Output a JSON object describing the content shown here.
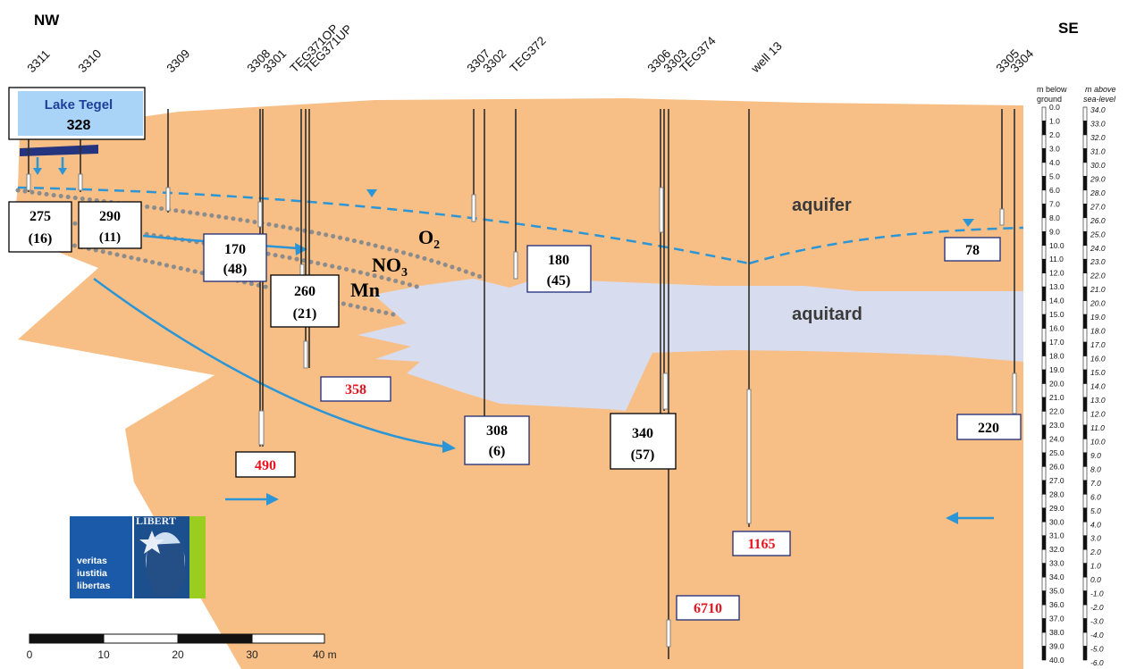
{
  "orientation": {
    "left": "NW",
    "right": "SE"
  },
  "wells": [
    {
      "id": "w3311",
      "label": "3311"
    },
    {
      "id": "w3310",
      "label": "3310"
    },
    {
      "id": "w3309",
      "label": "3309"
    },
    {
      "id": "w3308",
      "label": "3308"
    },
    {
      "id": "w3301",
      "label": "3301"
    },
    {
      "id": "wteg371op",
      "label": "TEG371OP"
    },
    {
      "id": "wteg371up",
      "label": "TEG371UP"
    },
    {
      "id": "w3307",
      "label": "3307"
    },
    {
      "id": "w3302",
      "label": "3302"
    },
    {
      "id": "wteg372",
      "label": "TEG372"
    },
    {
      "id": "w3306",
      "label": "3306"
    },
    {
      "id": "w3303",
      "label": "3303"
    },
    {
      "id": "wteg374",
      "label": "TEG374"
    },
    {
      "id": "wwell13",
      "label": "well 13"
    },
    {
      "id": "w3305",
      "label": "3305"
    },
    {
      "id": "w3304",
      "label": "3304"
    }
  ],
  "lake": {
    "name": "Lake Tegel",
    "value": "328"
  },
  "layers": {
    "aquifer": "aquifer",
    "aquitard": "aquitard"
  },
  "redox": {
    "o2": "O",
    "o2_sub": "2",
    "no3": "NO",
    "no3_sub": "3",
    "mn": "Mn"
  },
  "values": {
    "b1_main": "275",
    "b1_sub": "(16)",
    "b2_main": "290",
    "b2_sub": "(11)",
    "b3_main": "170",
    "b3_sub": "(48)",
    "b4_main": "260",
    "b4_sub": "(21)",
    "b5_main": "180",
    "b5_sub": "(45)",
    "b6_main": "78",
    "b7_main": "358",
    "b8_main": "308",
    "b8_sub": "(6)",
    "b9_main": "340",
    "b9_sub": "(57)",
    "b10_main": "220",
    "b11_main": "490",
    "b12_main": "1165",
    "b13_main": "6710"
  },
  "colors": {
    "sand": "#f7bf86",
    "clay": "#d8dcef",
    "water_blue": "#2b95d6",
    "lake_fill": "#aad4f7",
    "red_value": "#e8141e",
    "box_border_blue": "#1e2a78"
  },
  "depth_scale": {
    "header_left_1": "m below",
    "header_left_2": "ground",
    "header_right_1": "m above",
    "header_right_2": "sea-level",
    "below_ground": [
      "0.0",
      "1.0",
      "2.0",
      "3.0",
      "4.0",
      "5.0",
      "6.0",
      "7.0",
      "8.0",
      "9.0",
      "10.0",
      "11.0",
      "12.0",
      "13.0",
      "14.0",
      "15.0",
      "16.0",
      "17.0",
      "18.0",
      "19.0",
      "20.0",
      "21.0",
      "22.0",
      "23.0",
      "24.0",
      "25.0",
      "26.0",
      "27.0",
      "28.0",
      "29.0",
      "30.0",
      "31.0",
      "32.0",
      "33.0",
      "34.0",
      "35.0",
      "36.0",
      "37.0",
      "38.0",
      "39.0",
      "40.0"
    ],
    "above_sea": [
      "34.0",
      "33.0",
      "32.0",
      "31.0",
      "30.0",
      "29.0",
      "28.0",
      "27.0",
      "26.0",
      "25.0",
      "24.0",
      "23.0",
      "22.0",
      "21.0",
      "20.0",
      "19.0",
      "18.0",
      "17.0",
      "16.0",
      "15.0",
      "14.0",
      "13.0",
      "12.0",
      "11.0",
      "10.0",
      "9.0",
      "8.0",
      "7.0",
      "6.0",
      "5.0",
      "4.0",
      "3.0",
      "2.0",
      "1.0",
      "0.0",
      "-1.0",
      "-2.0",
      "-3.0",
      "-4.0",
      "-5.0",
      "-6.0"
    ]
  },
  "scale_bar": {
    "t0": "0",
    "t1": "10",
    "t2": "20",
    "t3": "30",
    "t4": "40 m"
  },
  "logo": {
    "line1": "veritas",
    "line2": "iustitia",
    "line3": "libertas",
    "banner": "LIBERT"
  }
}
